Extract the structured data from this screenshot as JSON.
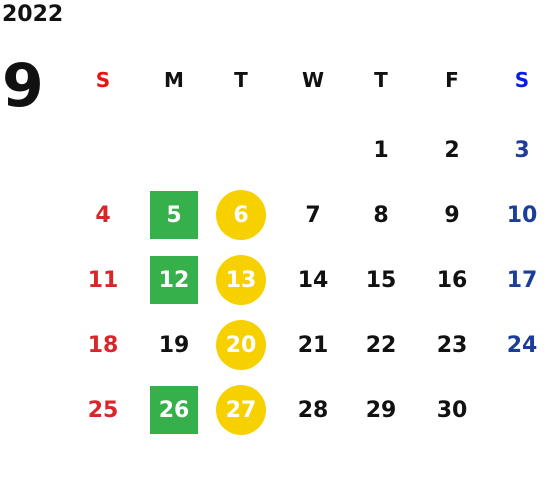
{
  "year": "2022",
  "month": "9",
  "weekdays": [
    "S",
    "M",
    "T",
    "W",
    "T",
    "F",
    "S"
  ],
  "weeks": [
    [
      "",
      "",
      "",
      "",
      "1",
      "2",
      "3"
    ],
    [
      "4",
      "5",
      "6",
      "7",
      "8",
      "9",
      "10"
    ],
    [
      "11",
      "12",
      "13",
      "14",
      "15",
      "16",
      "17"
    ],
    [
      "18",
      "19",
      "20",
      "21",
      "22",
      "23",
      "24"
    ],
    [
      "25",
      "26",
      "27",
      "28",
      "29",
      "30",
      ""
    ]
  ],
  "highlight_green_days": [
    "5",
    "12",
    "26"
  ],
  "highlight_yellow_days": [
    "6",
    "13",
    "20",
    "27"
  ],
  "colors": {
    "sunday": "#d9262b",
    "saturday": "#1c3e9a",
    "saturday_header": "#0a1de6",
    "green_marker": "#36b04a",
    "yellow_marker": "#f7d000",
    "text": "#111111"
  }
}
